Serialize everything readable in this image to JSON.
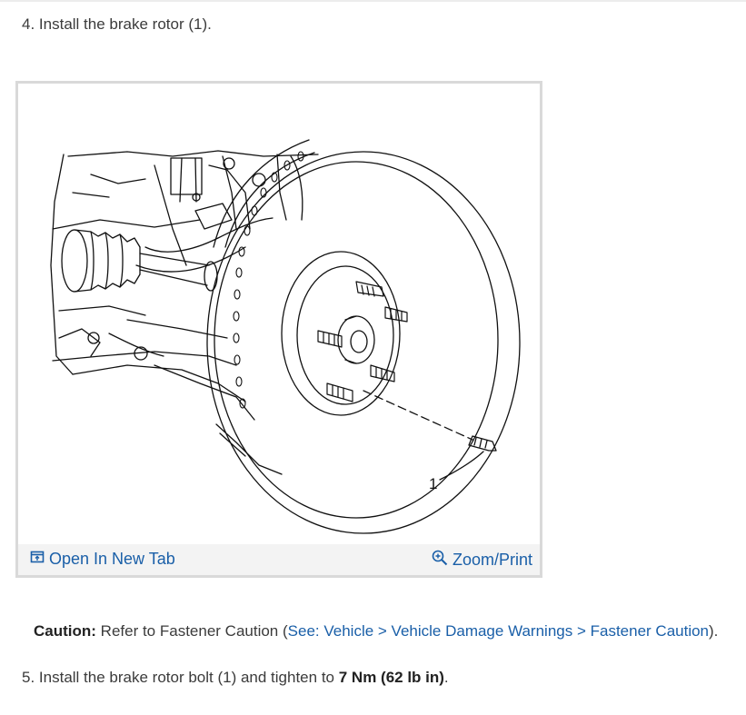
{
  "steps": [
    {
      "number": "4.",
      "text": "Install the brake rotor (1)."
    },
    {
      "number": "5.",
      "text_before": "Install the brake rotor bolt (1) and tighten to ",
      "torque": "7 Nm (62 lb in)",
      "text_after": "."
    }
  ],
  "figure": {
    "callout_label": "1",
    "open_in_new_tab_label": "Open In New Tab",
    "zoom_print_label": "Zoom/Print",
    "open_icon": "open-in-new-tab-icon",
    "zoom_icon": "zoom-in-icon"
  },
  "caution": {
    "label": "Caution:",
    "text_before": " Refer to Fastener Caution (",
    "link_text": "See: Vehicle > Vehicle Damage Warnings > Fastener Caution",
    "text_after": ")."
  },
  "colors": {
    "link": "#1a5fa8",
    "text": "#3b3b3b",
    "figure_border": "#d9d9d9",
    "figure_bar": "#f3f3f3"
  }
}
